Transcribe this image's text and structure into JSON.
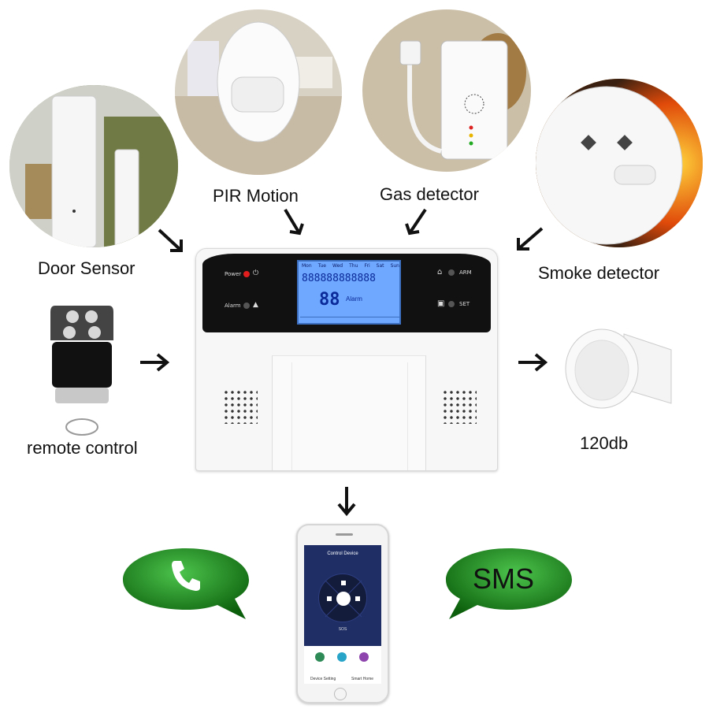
{
  "labels": {
    "door": "Door Sensor",
    "pir": "PIR Motion",
    "gas": "Gas detector",
    "smoke": "Smoke detector",
    "remote": "remote control",
    "siren": "120db",
    "sms": "SMS"
  },
  "panel": {
    "power": "Power",
    "alarm": "Alarm",
    "arm": "ARM",
    "set": "SET",
    "days": [
      "Mon",
      "Tue",
      "Wed",
      "Thu",
      "Fri",
      "Sat",
      "Sun"
    ],
    "digits": "888888888888",
    "big_digits": "88",
    "lcd_alarm": "Alarm"
  },
  "phone": {
    "title": "Control Device",
    "sos": "SOS",
    "left_btn": "Device Setting",
    "right_btn": "Smart Home"
  },
  "colors": {
    "bubble_green": "#1e8a1e",
    "lcd_blue": "#6fa8ff",
    "panel_black": "#111111"
  },
  "icons": {
    "phone_call": "phone-handset-icon",
    "arrow": "double-arrow-icon"
  }
}
